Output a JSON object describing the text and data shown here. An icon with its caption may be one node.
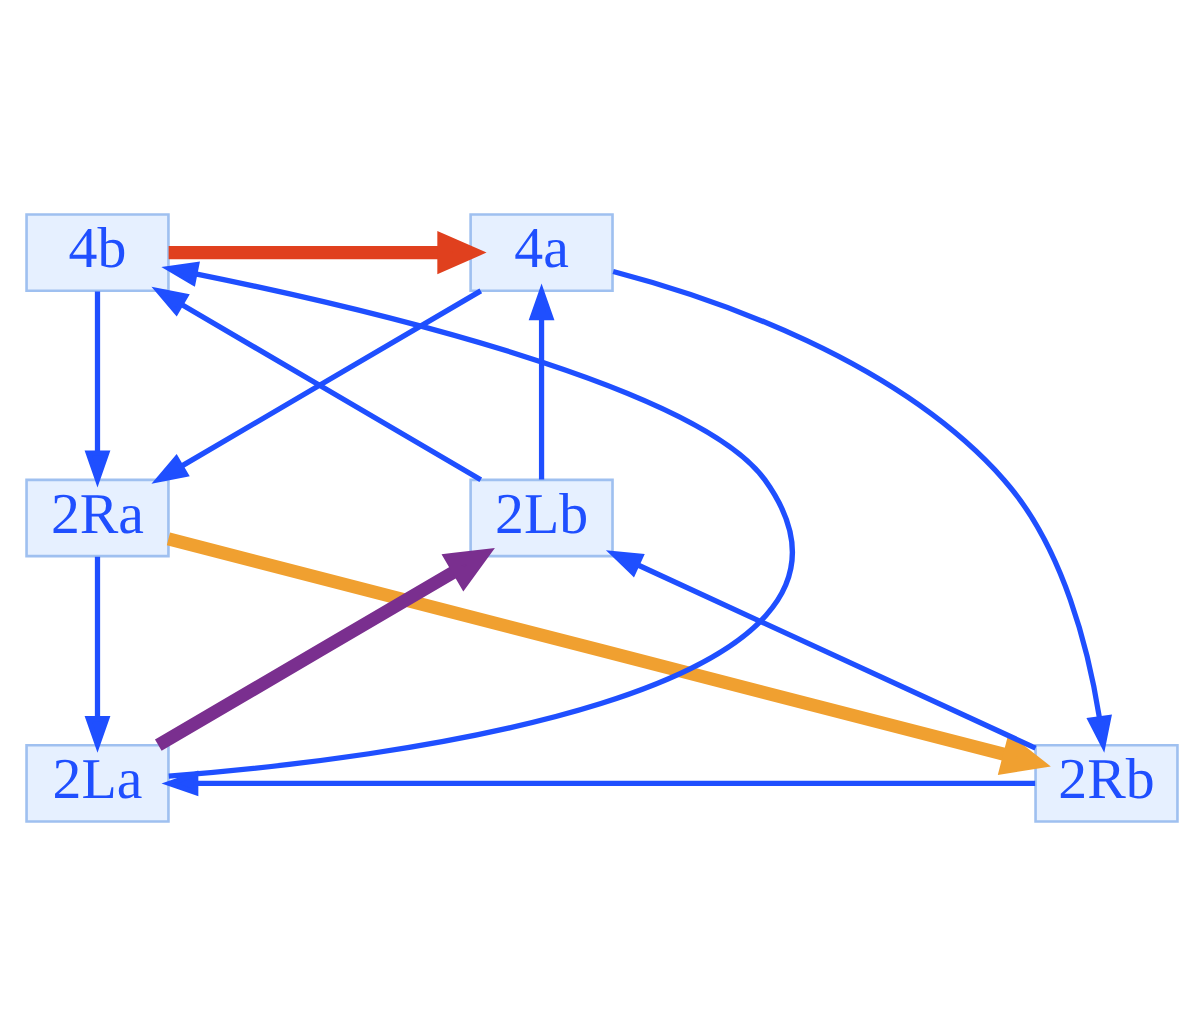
{
  "diagram": {
    "nodes": [
      {
        "text": [
          "4b"
        ]
      },
      {
        "text": [
          "4a"
        ]
      },
      {
        "text": [
          "2Lb"
        ]
      },
      {
        "text": [
          "2Ra"
        ]
      },
      {
        "text": [
          "2La"
        ]
      },
      {
        "text": [
          "2Rb"
        ]
      }
    ],
    "edges": [
      {
        "from": 0,
        "to": 1,
        "arrow": "to",
        "style": "thick",
        "color": "#e0401e"
      },
      {
        "from": 2,
        "to": 0,
        "arrow": "to"
      },
      {
        "from": 2,
        "to": 1,
        "arrow": "to"
      },
      {
        "from": 0,
        "to": 3,
        "arrow": "to"
      },
      {
        "from": 1,
        "to": 3,
        "arrow": "to"
      },
      {
        "from": 1,
        "to": 5,
        "arrow": "to"
      },
      {
        "from": 4,
        "to": 0,
        "arrow": "to"
      },
      {
        "from": 3,
        "to": 4,
        "arrow": "to"
      },
      {
        "from": 5,
        "to": 2,
        "arrow": "to"
      },
      {
        "from": 3,
        "to": 5,
        "arrow": "to",
        "style": "thick",
        "color": "#f0a030"
      },
      {
        "from": 4,
        "to": 2,
        "arrow": "to",
        "style": "thick",
        "color": "#7a2f8f"
      },
      {
        "from": 5,
        "to": 4,
        "arrow": "to"
      }
    ]
  }
}
